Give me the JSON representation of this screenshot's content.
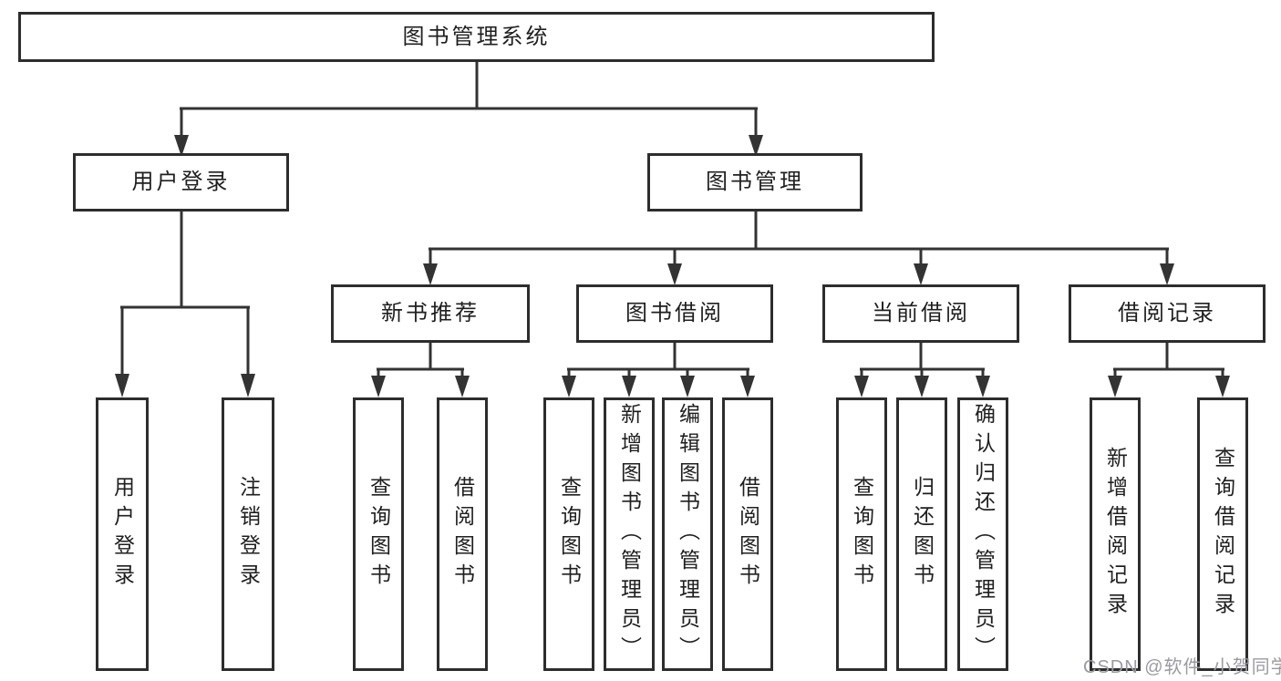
{
  "diagram": {
    "root": "图书管理系统",
    "branches": [
      {
        "label": "用户登录",
        "children": [
          "用户登录",
          "注销登录"
        ]
      },
      {
        "label": "图书管理",
        "groups": [
          {
            "label": "新书推荐",
            "children": [
              "查询图书",
              "借阅图书"
            ]
          },
          {
            "label": "图书借阅",
            "children": [
              "查询图书",
              "新增图书（管理员）",
              "编辑图书（管理员）",
              "借阅图书"
            ]
          },
          {
            "label": "当前借阅",
            "children": [
              "查询图书",
              "归还图书",
              "确认归还（管理员）"
            ]
          },
          {
            "label": "借阅记录",
            "children": [
              "新增借阅记录",
              "查询借阅记录"
            ]
          }
        ]
      }
    ]
  },
  "watermark": "CSDN @软件_小贺同学",
  "colors": {
    "line": "#333333",
    "box_border": "#2d2d2d",
    "text": "#1f1f1f",
    "background": "#ffffff",
    "watermark": "#9a9aa2"
  }
}
